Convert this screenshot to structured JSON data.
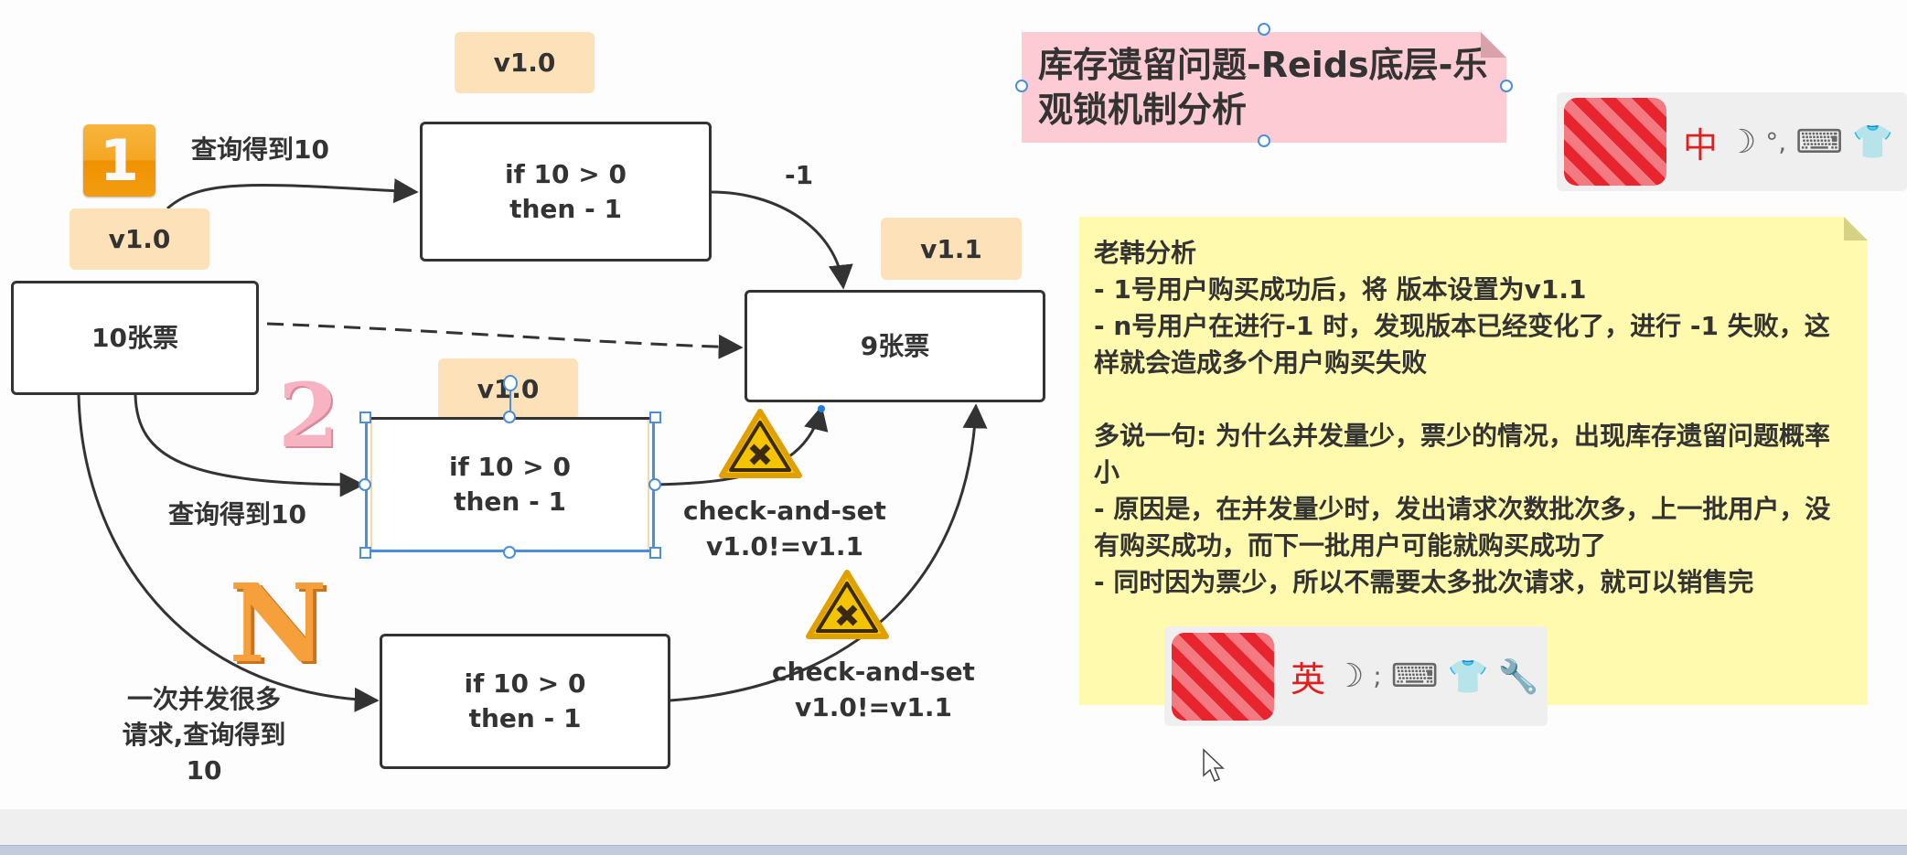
{
  "diagram": {
    "title_note": "库存遗留问题-Reids底层-乐观锁机制分析",
    "version_tags": {
      "top": "v1.0",
      "left": "v1.0",
      "middle": "v1.0",
      "result": "v1.1"
    },
    "badges": {
      "user1": "1",
      "user2": "2",
      "userN": "N"
    },
    "nodes": {
      "source": "10张票",
      "target": "9张票",
      "op1_line1": "if 10 > 0",
      "op1_line2": "then - 1",
      "op2_line1": "if 10 > 0",
      "op2_line2": "then - 1",
      "opN_line1": "if 10 > 0",
      "opN_line2": "then - 1"
    },
    "edge_labels": {
      "query1": "查询得到10",
      "minus_one": "-1",
      "query2": "查询得到10",
      "queryN_line1": "一次并发很多",
      "queryN_line2": "请求,查询得到",
      "queryN_line3": "10",
      "cas1_line1": "check-and-set",
      "cas1_line2": "v1.0!=v1.1",
      "cas2_line1": "check-and-set",
      "cas2_line2": "v1.0!=v1.1"
    }
  },
  "analysis_note": {
    "heading": "老韩分析",
    "lines": [
      "- 1号用户购买成功后，将 版本设置为v1.1",
      "- n号用户在进行-1 时，发现版本已经变化了，进行 -1 失败，这样就会造成多个用户购买失败",
      "",
      "多说一句: 为什么并发量少，票少的情况，出现库存遗留问题概率小",
      "- 原因是，在并发量少时，发出请求次数批次多，上一批用户，没有购买成功，而下一批用户可能就购买成功了",
      "- 同时因为票少，所以不需要太多批次请求，就可以销售完"
    ]
  },
  "ime_toolbars": [
    {
      "mode": "中",
      "icons": [
        "moon-icon",
        "punctuation-icon",
        "keyboard-icon",
        "skin-icon",
        "wrench-icon"
      ]
    },
    {
      "mode": "英",
      "icons": [
        "moon-icon",
        "punctuation-icon",
        "keyboard-icon",
        "skin-icon",
        "wrench-icon"
      ]
    }
  ],
  "colors": {
    "tag_bg": "#fde1b8",
    "title_note_bg": "#fccbd3",
    "analysis_note_bg": "#fffaad",
    "selection": "#4a8fd8",
    "warning": "#f5c400"
  }
}
